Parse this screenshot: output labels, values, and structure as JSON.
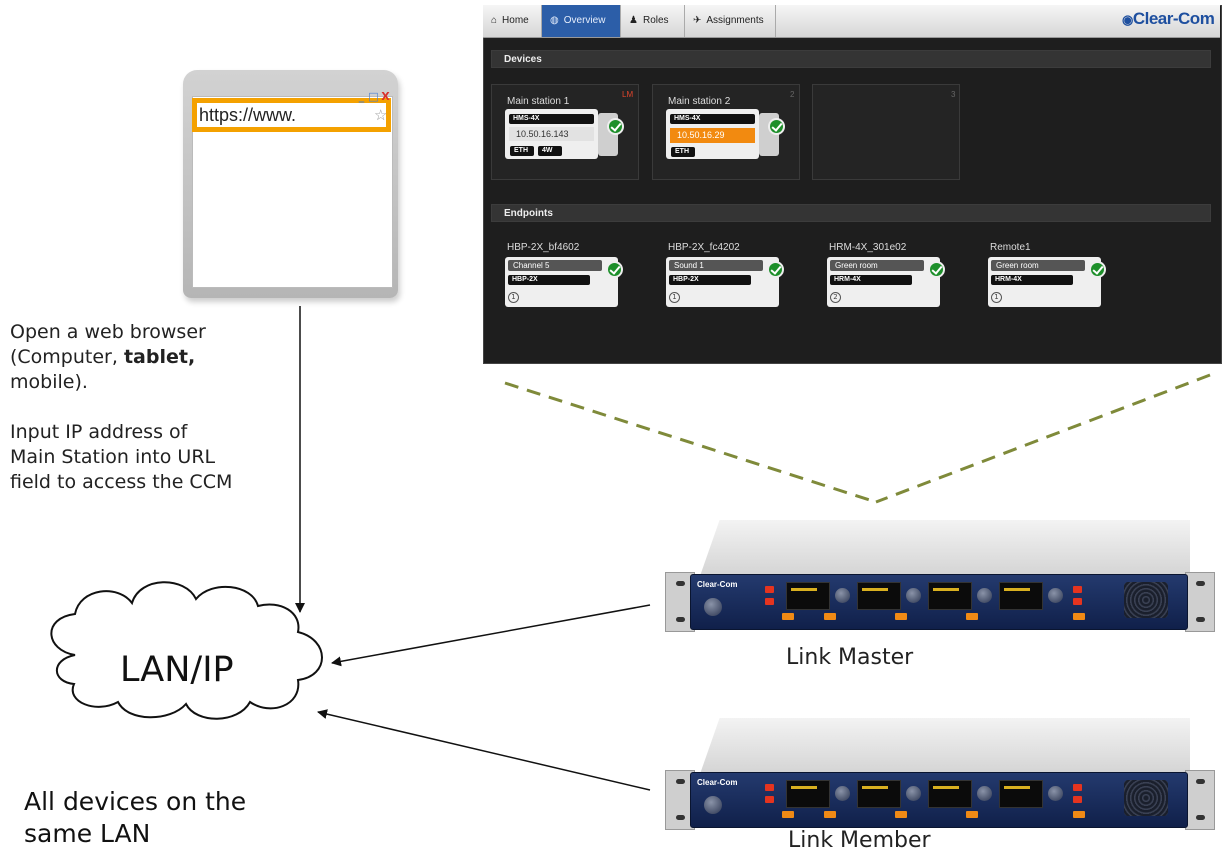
{
  "browser": {
    "url_text": "https://www.",
    "buttons": [
      "_",
      "□",
      "X"
    ]
  },
  "instructions": {
    "line1": "Open a web browser",
    "line2_pre": "(Computer, ",
    "line2_bold": "tablet,",
    "line3": "mobile).",
    "line4": "Input IP address of",
    "line5": "Main Station into URL",
    "line6": "field to access the CCM"
  },
  "lan": {
    "label": "LAN/IP"
  },
  "footer": {
    "line1": "All devices on the",
    "line2": "same LAN"
  },
  "ccm": {
    "brand": "Clear-Com",
    "tabs": [
      {
        "label": "Home",
        "icon": "home-icon"
      },
      {
        "label": "Overview",
        "icon": "globe-icon"
      },
      {
        "label": "Roles",
        "icon": "users-icon"
      },
      {
        "label": "Assignments",
        "icon": "plug-icon"
      }
    ],
    "devices_title": "Devices",
    "devices": [
      {
        "name": "Main station 1",
        "slot": "LM",
        "model": "HMS-4X",
        "ip": "10.50.16.143",
        "ports": [
          "ETH",
          "4W"
        ]
      },
      {
        "name": "Main station 2",
        "slot": "2",
        "model": "HMS-4X",
        "ip": "10.50.16.29",
        "ports": [
          "ETH"
        ]
      },
      {
        "name": "",
        "slot": "3"
      }
    ],
    "endpoints_title": "Endpoints",
    "endpoints": [
      {
        "name": "HBP-2X_bf4602",
        "channel": "Channel 5",
        "model": "HBP-2X",
        "slot": "1"
      },
      {
        "name": "HBP-2X_fc4202",
        "channel": "Sound 1",
        "model": "HBP-2X",
        "slot": "1"
      },
      {
        "name": "HRM-4X_301e02",
        "channel": "Green room",
        "model": "HRM-4X",
        "slot": "2"
      },
      {
        "name": "Remote1",
        "channel": "Green room",
        "model": "HRM-4X",
        "slot": "1"
      }
    ]
  },
  "units": [
    {
      "label": "Link Master",
      "brand": "Clear-Com"
    },
    {
      "label": "Link Member",
      "brand": "Clear-Com"
    }
  ],
  "colors": {
    "accent": "#2c5ea8",
    "ip_highlight": "#f28a10",
    "status_ok": "#1d8f2a",
    "dash": "#7f8a3a"
  }
}
